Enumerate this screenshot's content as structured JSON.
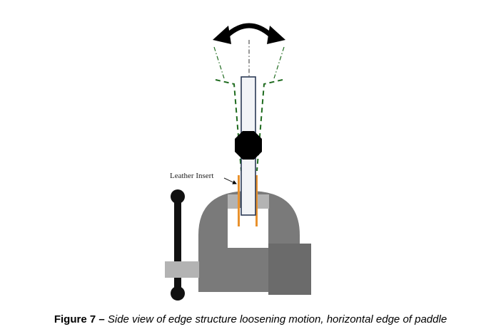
{
  "annotation": {
    "leather_insert": "Leather Insert"
  },
  "caption": {
    "figure_number": "Figure 7 –",
    "text": "Side view of edge structure loosening motion, horizontal edge of paddle"
  },
  "colors": {
    "vise_body": "#7a7a7a",
    "vise_jaw": "#b3b3b3",
    "vise_back_block": "#6b6b6b",
    "handle": "#111111",
    "paddle_fill": "#f2f4f7",
    "paddle_outline": "#2b3a55",
    "leather_insert": "#e8912d",
    "swing_dash": "#1f6b1f",
    "motion_arrow": "#000000"
  }
}
